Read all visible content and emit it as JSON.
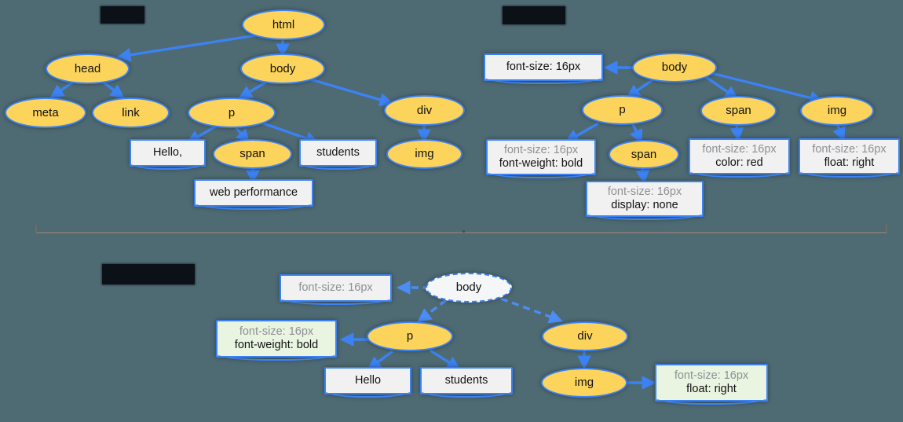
{
  "page": {
    "background_color": "#4e6a73",
    "node_fill": "#fcd45c",
    "node_stroke": "#3c82f2",
    "box_fill": "#f1f1f1",
    "box_fill_green": "#e9f4e1",
    "muted_text_color": "#8d9094"
  },
  "sections": [
    {
      "id": "dom-tree",
      "title": "",
      "redacted": true
    },
    {
      "id": "cssom-tree",
      "title": "",
      "redacted": true
    },
    {
      "id": "render-tree",
      "title": "",
      "redacted": true
    }
  ],
  "dom_tree": {
    "nodes": [
      {
        "name": "html",
        "type": "ellipse"
      },
      {
        "name": "head",
        "type": "ellipse"
      },
      {
        "name": "body",
        "type": "ellipse"
      },
      {
        "name": "meta",
        "type": "ellipse"
      },
      {
        "name": "link",
        "type": "ellipse"
      },
      {
        "name": "p",
        "type": "ellipse"
      },
      {
        "name": "div",
        "type": "ellipse"
      },
      {
        "name": "Hello,",
        "type": "box"
      },
      {
        "name": "span",
        "type": "ellipse"
      },
      {
        "name": "students",
        "type": "box"
      },
      {
        "name": "img",
        "type": "ellipse"
      },
      {
        "name": "web performance",
        "type": "box"
      }
    ],
    "edges": [
      [
        "html",
        "head"
      ],
      [
        "html",
        "body"
      ],
      [
        "head",
        "meta"
      ],
      [
        "head",
        "link"
      ],
      [
        "body",
        "p"
      ],
      [
        "body",
        "div"
      ],
      [
        "p",
        "Hello,"
      ],
      [
        "p",
        "span"
      ],
      [
        "p",
        "students"
      ],
      [
        "div",
        "img"
      ],
      [
        "span",
        "web performance"
      ]
    ]
  },
  "cssom_tree": {
    "nodes": [
      {
        "name": "body",
        "type": "ellipse"
      },
      {
        "name": "p",
        "type": "ellipse"
      },
      {
        "name": "span",
        "type": "ellipse"
      },
      {
        "name": "img",
        "type": "ellipse"
      },
      {
        "name": "span-child",
        "type": "ellipse"
      }
    ],
    "declarations": [
      {
        "id": "body-decl",
        "line1": "font-size: 16px",
        "line2": "",
        "single": true,
        "muted": false,
        "green": false
      },
      {
        "id": "p-decl",
        "line1": "font-size: 16px",
        "line2": "font-weight: bold",
        "single": false,
        "muted": true,
        "green": false
      },
      {
        "id": "span-inner-decl",
        "line1": "font-size: 16px",
        "line2": "display: none",
        "single": false,
        "muted": true,
        "green": false
      },
      {
        "id": "span-decl",
        "line1": "font-size: 16px",
        "line2": "color: red",
        "single": false,
        "muted": true,
        "green": false
      },
      {
        "id": "img-decl",
        "line1": "font-size: 16px",
        "line2": "float: right",
        "single": false,
        "muted": true,
        "green": false
      }
    ]
  },
  "render_tree": {
    "nodes": [
      {
        "name": "body",
        "type": "ellipse-dashed"
      },
      {
        "name": "p",
        "type": "ellipse"
      },
      {
        "name": "div",
        "type": "ellipse"
      },
      {
        "name": "img",
        "type": "ellipse"
      }
    ],
    "boxes": [
      {
        "id": "body-decl",
        "line1": "font-size: 16px",
        "line2": "",
        "single": true,
        "muted": true,
        "green": false
      },
      {
        "id": "p-decl",
        "line1": "font-size: 16px",
        "line2": "font-weight: bold",
        "single": false,
        "muted": true,
        "green": true
      },
      {
        "id": "hello",
        "line1": "Hello",
        "line2": "",
        "single": true,
        "muted": false,
        "green": false
      },
      {
        "id": "students",
        "line1": "students",
        "line2": "",
        "single": true,
        "muted": false,
        "green": false
      },
      {
        "id": "img-decl",
        "line1": "font-size: 16px",
        "line2": "float: right",
        "single": false,
        "muted": true,
        "green": true
      }
    ]
  },
  "labels": {
    "html": "html",
    "head": "head",
    "body": "body",
    "meta": "meta",
    "link": "link",
    "p": "p",
    "div": "div",
    "span": "span",
    "img": "img",
    "hello_comma": "Hello,",
    "hello": "Hello",
    "students": "students",
    "web_performance": "web performance",
    "font_size": "font-size: 16px",
    "font_weight_bold": "font-weight: bold",
    "display_none": "display: none",
    "color_red": "color: red",
    "float_right": "float: right"
  }
}
